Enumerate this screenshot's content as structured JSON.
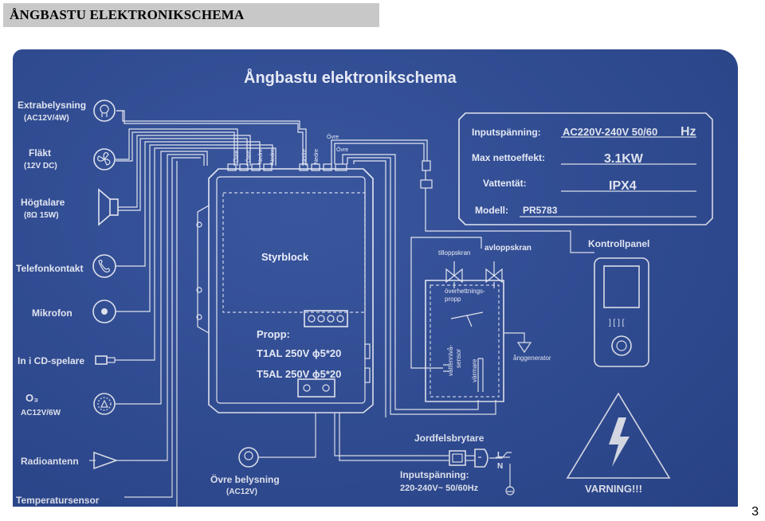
{
  "document": {
    "header": "ÅNGBASTU ELEKTRONIKSCHEMA",
    "page_number": "3"
  },
  "diagram": {
    "title": "Ångbastu elektronikschema",
    "left_components": [
      {
        "label": "Extrabelysning",
        "sub": "(AC12V/4W)",
        "icon": "lamp-icon"
      },
      {
        "label": "Fläkt",
        "sub": "(12V DC)",
        "icon": "fan-icon"
      },
      {
        "label": "Högtalare",
        "sub": "(8Ω 15W)",
        "icon": "speaker-icon"
      },
      {
        "label": "Telefonkontakt",
        "sub": "",
        "icon": "phone-icon"
      },
      {
        "label": "Mikrofon",
        "sub": "",
        "icon": "microphone-icon"
      },
      {
        "label": "In i CD-spelare",
        "sub": "",
        "icon": "audio-jack-icon"
      },
      {
        "label": "O₃",
        "sub": "AC12V/6W",
        "icon": "ozone-icon"
      },
      {
        "label": "Radioantenn",
        "sub": "",
        "icon": "antenna-icon"
      },
      {
        "label": "Temperatursensor",
        "sub": "",
        "icon": ""
      }
    ],
    "connector_labels": {
      "ovre_1": "Övre",
      "ovre_2": "Övre",
      "nedre_1": "Nedre",
      "nedre_2": "Nedre",
      "nedre_3": "Nedre",
      "nedre_4": "Nedre",
      "ovre_3": "Övre",
      "ovre_4": "Övre"
    },
    "control_block": {
      "label": "Styrblock",
      "fuse_title": "Propp:",
      "fuse_1": "T1AL 250V ϕ5*20",
      "fuse_2": "T5AL 250V ϕ5*20"
    },
    "specs": {
      "input_voltage_label": "Inputspänning:",
      "input_voltage_value": "AC220V-240V  50/60",
      "input_voltage_unit": "Hz",
      "max_power_label": "Max nettoeffekt:",
      "max_power_value": "3.1KW",
      "waterproof_label": "Vattentät:",
      "waterproof_value": "IPX4",
      "model_label": "Modell:",
      "model_value": "PR5783"
    },
    "generator": {
      "inlet_label": "tilloppskran",
      "drain_label": "avloppskran",
      "overheat_label_1": "överhettnings-",
      "overheat_label_2": "propp",
      "level_sensor_1": "vattennivå-",
      "level_sensor_2": "sensor",
      "heater_label": "värmare",
      "steam_label": "ånggenerator"
    },
    "control_panel_label": "Kontrollpanel",
    "upper_light": {
      "label": "Övre belysning",
      "sub": "(AC12V)"
    },
    "earth_fault_label": "Jordfelsbrytare",
    "input_supply": {
      "label": "Inputspänning:",
      "value": "220-240V~ 50/60Hz"
    },
    "plug_labels": {
      "live": "L",
      "neutral": "N"
    },
    "warning_label": "VARNING!!!",
    "colors": {
      "background": "#2d4b97",
      "lines": "#e8ecf8",
      "header_bar": "#c8c8c8"
    }
  }
}
